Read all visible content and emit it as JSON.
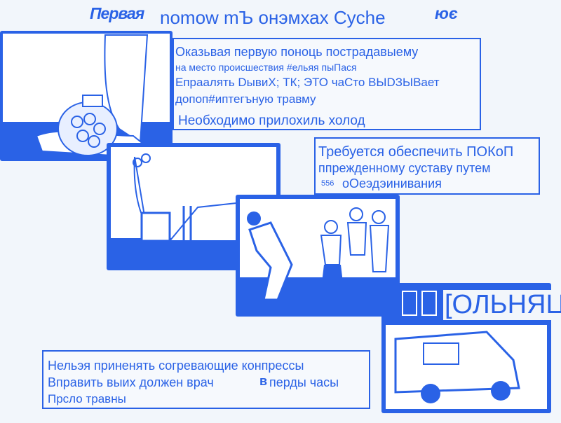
{
  "header": {
    "title_left": "Первая",
    "title_main": "nomow mЪ онэмхах Cyche",
    "title_right": "ює"
  },
  "box1": {
    "line1": "Оказьвая первую поноць пострадавыему",
    "line2": "на место происшествия #ельяя пыПася",
    "line3": "Епраалять DывиХ; ТК; ЭТО чаСто ВЫDЗЫВает",
    "line4": "допоп#иптегъную травму",
    "line5": "Необходимо прилохиль холод"
  },
  "box2": {
    "line1": "Требуется обеспечить ПОКоП",
    "line2": "ппрежденному суставу путем",
    "badge": "556",
    "line3": "оОеэдэинивания"
  },
  "ambulance": {
    "label": "[ОЛЬНЯЦ"
  },
  "box3": {
    "line1": "Нельэя приненять согревающие конпрессы",
    "line2a": "Вправить выих должен врач",
    "marker": "в",
    "line2b": "перды часы",
    "line3": "Прсло травны"
  },
  "colors": {
    "accent": "#2a62e6",
    "background": "#f2f6fb"
  }
}
